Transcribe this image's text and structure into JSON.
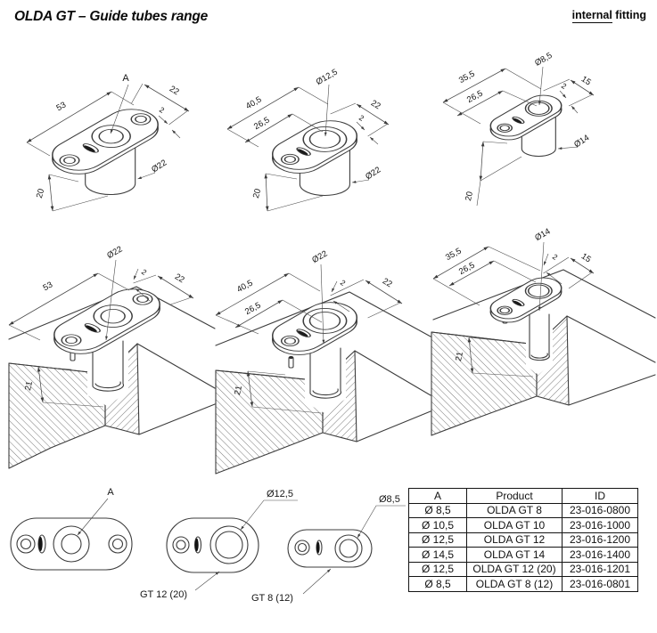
{
  "header": {
    "title": "OLDA GT – Guide tubes range",
    "fitting_word": "internal",
    "fitting_rest": "fitting"
  },
  "drawings": {
    "iso_gt": {
      "hole": "A",
      "len": "53",
      "width": "22",
      "thk": "2",
      "tube": "Ø22",
      "height": "20"
    },
    "iso_gt12": {
      "hole": "Ø12,5",
      "len": "40,5",
      "len2": "26,5",
      "width": "22",
      "thk": "2",
      "tube": "Ø22",
      "height": "20"
    },
    "iso_gt8": {
      "hole": "Ø8,5",
      "len": "35,5",
      "len2": "26,5",
      "width": "15",
      "thk": "2",
      "tube": "Ø14",
      "height": "20"
    },
    "sec_gt": {
      "tube": "Ø22",
      "len": "53",
      "width": "22",
      "thk": "2",
      "depth": "21"
    },
    "sec_gt12": {
      "tube": "Ø22",
      "len": "40,5",
      "len2": "26,5",
      "width": "22",
      "thk": "2",
      "depth": "21"
    },
    "sec_gt8": {
      "tube": "Ø14",
      "len": "35,5",
      "len2": "26,5",
      "width": "15",
      "thk": "2",
      "depth": "21"
    },
    "top_gt": {
      "hole": "A"
    },
    "top_gt12": {
      "hole": "Ø12,5",
      "label": "GT 12 (20)"
    },
    "top_gt8": {
      "hole": "Ø8,5",
      "label": "GT 8 (12)"
    }
  },
  "table": {
    "headers": [
      "A",
      "Product",
      "ID"
    ],
    "rows": [
      [
        "Ø 8,5",
        "OLDA GT 8",
        "23-016-0800"
      ],
      [
        "Ø 10,5",
        "OLDA GT 10",
        "23-016-1000"
      ],
      [
        "Ø 12,5",
        "OLDA GT 12",
        "23-016-1200"
      ],
      [
        "Ø 14,5",
        "OLDA GT 14",
        "23-016-1400"
      ],
      [
        "Ø 12,5",
        "OLDA GT 12 (20)",
        "23-016-1201"
      ],
      [
        "Ø 8,5",
        "OLDA GT 8 (12)",
        "23-016-0801"
      ]
    ]
  }
}
